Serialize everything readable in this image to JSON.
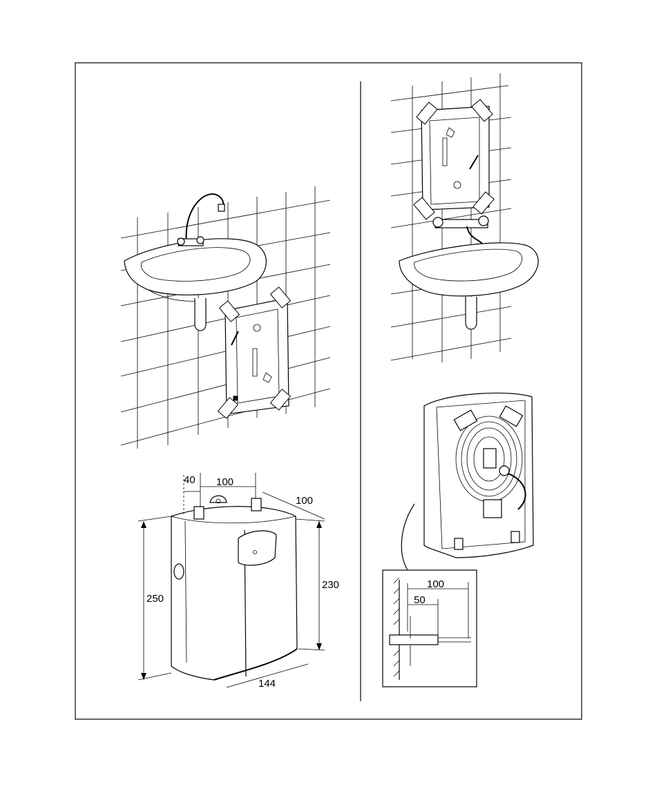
{
  "dimensions": {
    "heater_offset": "40",
    "connection_spacing": "100",
    "depth": "100",
    "height_total": "250",
    "height_body": "230",
    "width": "144",
    "detail_total": "100",
    "detail_strip": "50"
  }
}
